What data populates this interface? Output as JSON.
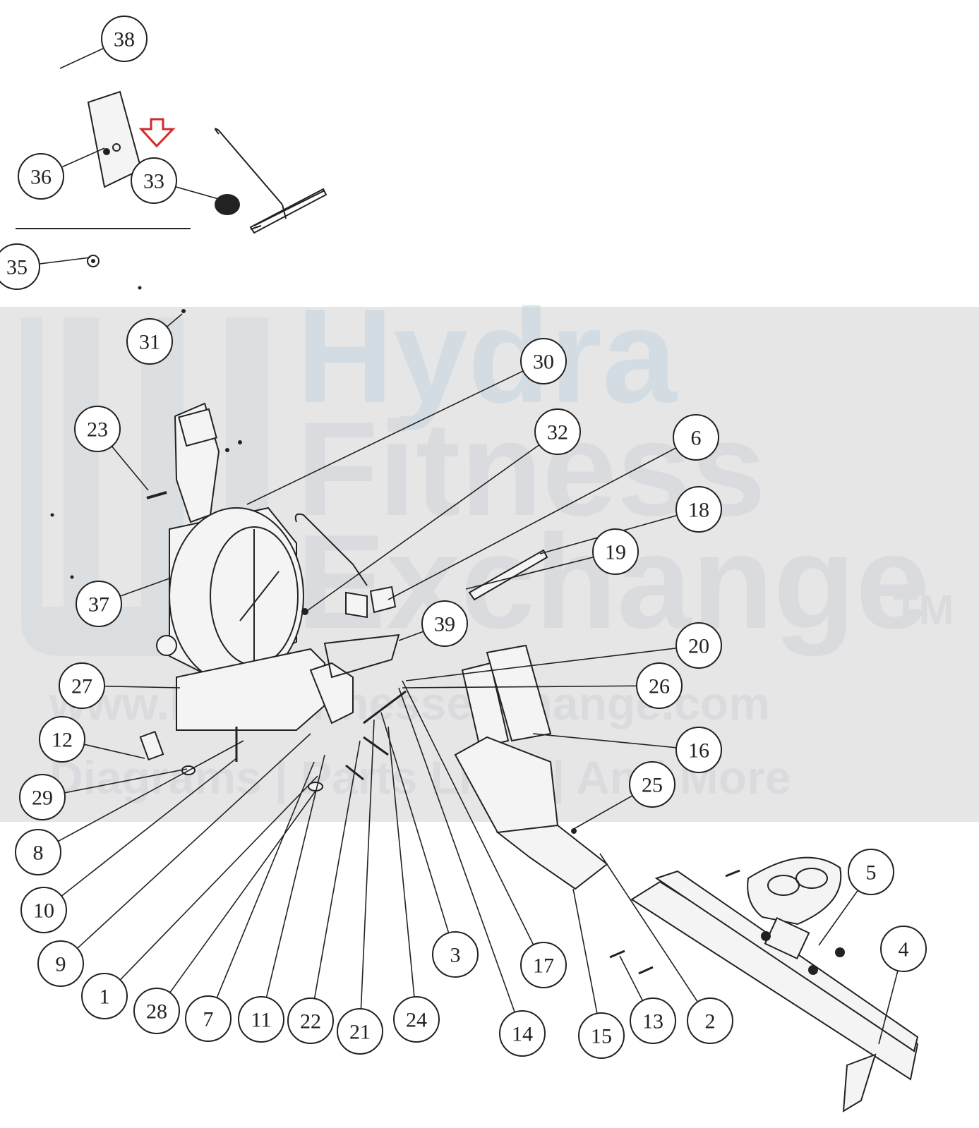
{
  "watermark": {
    "brand_lines": [
      "Hydra",
      "Fitness",
      "Exchange"
    ],
    "trademark": "TM",
    "url": "www.hydrafitnessexchange.com",
    "tagline": "Diagrams | Parts Lists | And More"
  },
  "colors": {
    "highlight_arrow": "#d42a2a",
    "ink": "#222222",
    "watermark_band": "#e6e6e6",
    "watermark_text": "#c9d3dc"
  },
  "callouts": [
    "38",
    "36",
    "33",
    "35",
    "31",
    "30",
    "23",
    "32",
    "6",
    "18",
    "19",
    "37",
    "39",
    "20",
    "27",
    "26",
    "12",
    "16",
    "25",
    "29",
    "8",
    "5",
    "10",
    "4",
    "9",
    "3",
    "17",
    "1",
    "28",
    "7",
    "11",
    "22",
    "21",
    "24",
    "14",
    "15",
    "13",
    "2"
  ]
}
